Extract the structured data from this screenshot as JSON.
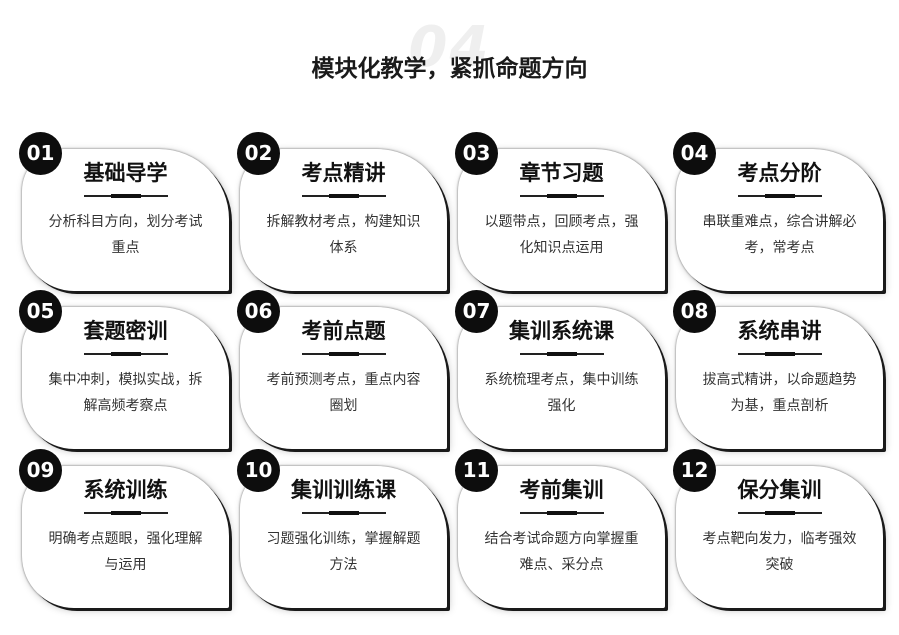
{
  "header": {
    "bg_number": "04",
    "title": "模块化教学，紧抓命题方向"
  },
  "cards": [
    {
      "number": "01",
      "title": "基础导学",
      "desc": "分析科目方向，划分考试重点"
    },
    {
      "number": "02",
      "title": "考点精讲",
      "desc": "拆解教材考点，构建知识体系"
    },
    {
      "number": "03",
      "title": "章节习题",
      "desc": "以题带点，回顾考点，强化知识点运用"
    },
    {
      "number": "04",
      "title": "考点分阶",
      "desc": "串联重难点，综合讲解必考，常考点"
    },
    {
      "number": "05",
      "title": "套题密训",
      "desc": "集中冲刺，模拟实战，拆解高频考察点"
    },
    {
      "number": "06",
      "title": "考前点题",
      "desc": "考前预测考点，重点内容圈划"
    },
    {
      "number": "07",
      "title": "集训系统课",
      "desc": "系统梳理考点，集中训练强化"
    },
    {
      "number": "08",
      "title": "系统串讲",
      "desc": "拔高式精讲，以命题趋势为基，重点剖析"
    },
    {
      "number": "09",
      "title": "系统训练",
      "desc": "明确考点题眼，强化理解与运用"
    },
    {
      "number": "10",
      "title": "集训训练课",
      "desc": "习题强化训练，掌握解题方法"
    },
    {
      "number": "11",
      "title": "考前集训",
      "desc": "结合考试命题方向掌握重难点、采分点"
    },
    {
      "number": "12",
      "title": "保分集训",
      "desc": "考点靶向发力，临考强效突破"
    }
  ]
}
